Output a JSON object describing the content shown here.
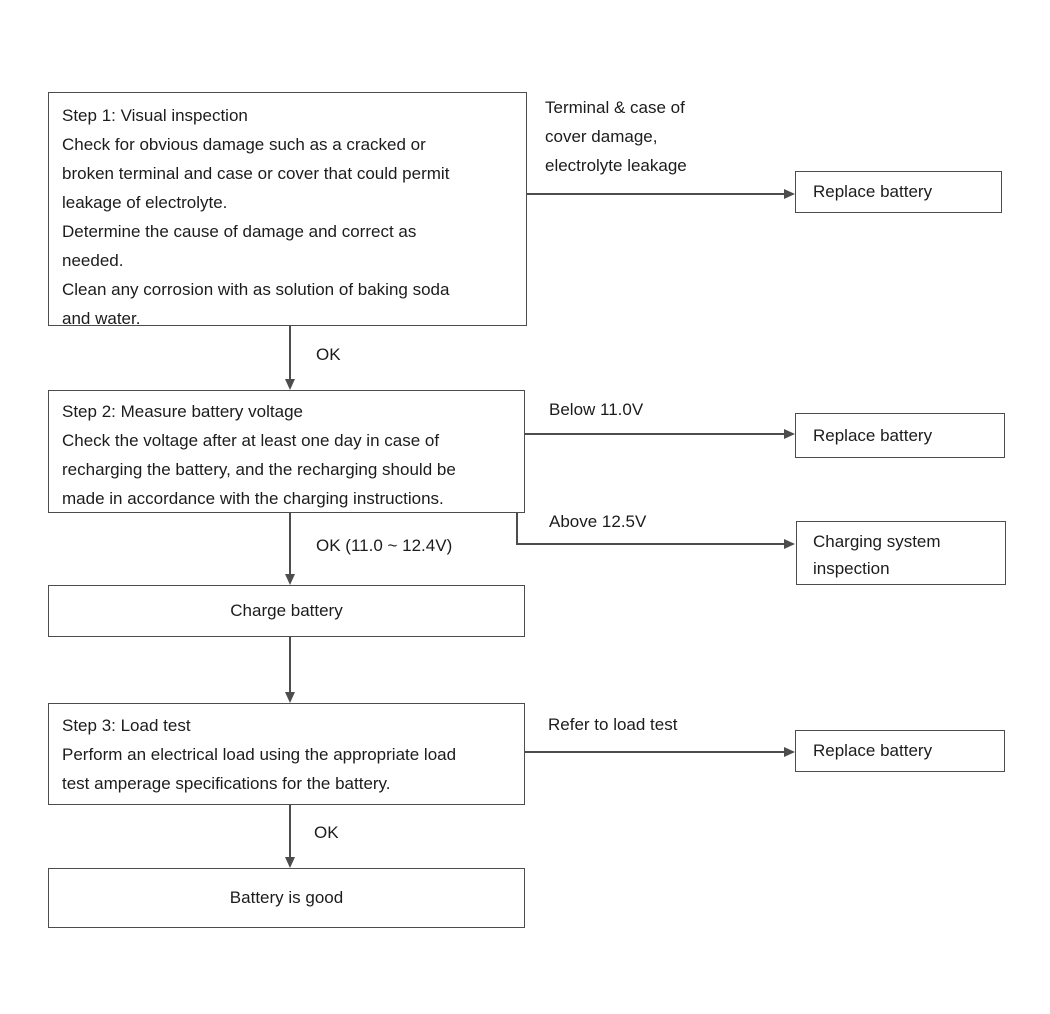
{
  "diagram": {
    "type": "flowchart",
    "subject": "Battery inspection and test procedure",
    "colors": {
      "background": "#ffffff",
      "line": "#4d4d4d",
      "text": "#1c1c1c"
    },
    "boxes": {
      "step1": {
        "lines": [
          "Step 1: Visual inspection",
          "Check for obvious damage such as a cracked or",
          "broken terminal and case or cover that could permit",
          "leakage of electrolyte.",
          "Determine the cause of damage and correct as",
          "needed.",
          "Clean any corrosion with as solution of baking soda",
          "and water."
        ]
      },
      "step2": {
        "lines": [
          "Step 2: Measure battery voltage",
          "Check the voltage after at least one day in case of",
          "recharging the battery, and the recharging should be",
          "made in accordance with the charging instructions."
        ]
      },
      "step3": {
        "lines": [
          "Step 3: Load test",
          "Perform an electrical load using the appropriate load",
          "test amperage specifications for the battery."
        ]
      },
      "charge_battery": {
        "label": "Charge battery"
      },
      "battery_good": {
        "label": "Battery is good"
      },
      "replace_battery_top": {
        "label": "Replace battery"
      },
      "replace_battery_mid": {
        "label": "Replace battery"
      },
      "replace_battery_bottom": {
        "label": "Replace battery"
      },
      "charging_system": {
        "lines": [
          "Charging system",
          "inspection"
        ]
      }
    },
    "edge_labels": {
      "step1_fail": {
        "lines": [
          "Terminal & case of",
          "cover damage,",
          "electrolyte leakage"
        ]
      },
      "step1_ok": "OK",
      "step2_fail_low": "Below 11.0V",
      "step2_fail_high": "Above 12.5V",
      "step2_ok": "OK (11.0 ~ 12.4V)",
      "step3_fail": "Refer to load test",
      "step3_ok": "OK"
    }
  }
}
